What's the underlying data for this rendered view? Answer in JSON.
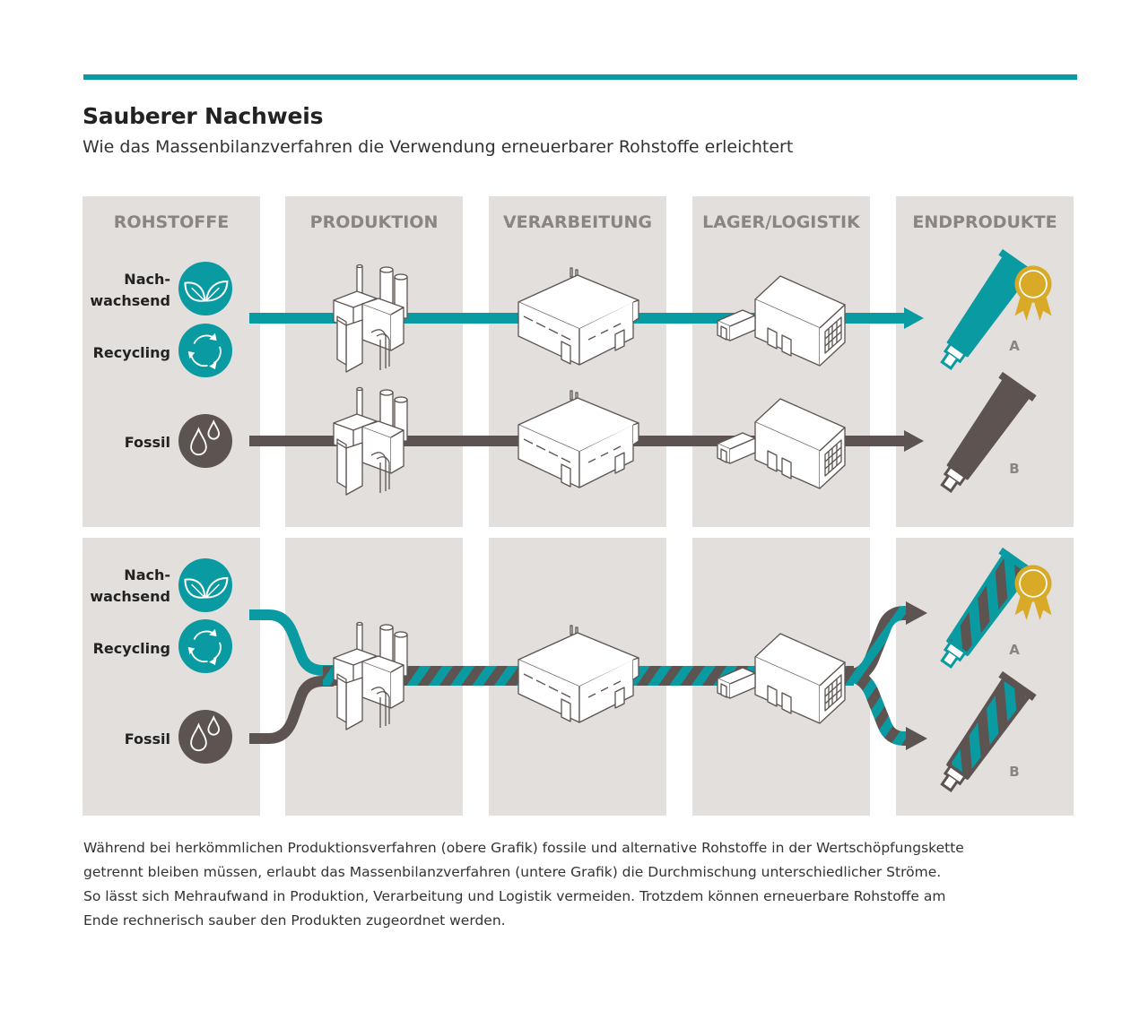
{
  "header": {
    "title": "Sauberer Nachweis",
    "subtitle": "Wie das Massenbilanzverfahren die Verwendung erneuerbarer Rohstoffe erleichtert"
  },
  "columns": [
    "ROHSTOFFE",
    "PRODUKTION",
    "VERARBEITUNG",
    "LAGER/LOGISTIK",
    "ENDPRODUKTE"
  ],
  "top_panel": {
    "sources": {
      "renewable_line1": "Nach-",
      "renewable_line2": "wachsend",
      "recycling": "Recycling",
      "fossil": "Fossil"
    },
    "products": {
      "a": "A",
      "b": "B"
    }
  },
  "bottom_panel": {
    "sources": {
      "renewable_line1": "Nach-",
      "renewable_line2": "wachsend",
      "recycling": "Recycling",
      "fossil": "Fossil"
    },
    "products": {
      "a": "A",
      "b": "B"
    }
  },
  "caption": {
    "line1": "Während bei herkömmlichen Produktionsverfahren (obere Grafik) fossile und alternative Rohstoffe in der Wertschöpfungskette",
    "line2": "getrennt bleiben müssen, erlaubt das Massenbilanzverfahren (untere Grafik) die Durchmischung unterschiedlicher Ströme.",
    "line3": "So lässt sich Mehraufwand in Produktion, Verarbeitung und Logistik vermeiden. Trotzdem können erneuerbare Rohstoffe am",
    "line4": "Ende rechnerisch sauber den Produkten zugeordnet werden."
  },
  "colors": {
    "teal": "#0a9aa1",
    "brown": "#5d5350",
    "panel": "#e3dfdc",
    "column_header": "#8a8482",
    "gold": "#d9a928",
    "rule": "#0a9aa1"
  },
  "icons": {
    "renewable": "leaf-icon",
    "recycling": "recycle-icon",
    "fossil": "oil-drop-icon",
    "production": "factory-icon",
    "processing": "processing-plant-icon",
    "logistics": "warehouse-icon",
    "product": "tube-icon",
    "certificate": "award-rosette-icon"
  }
}
